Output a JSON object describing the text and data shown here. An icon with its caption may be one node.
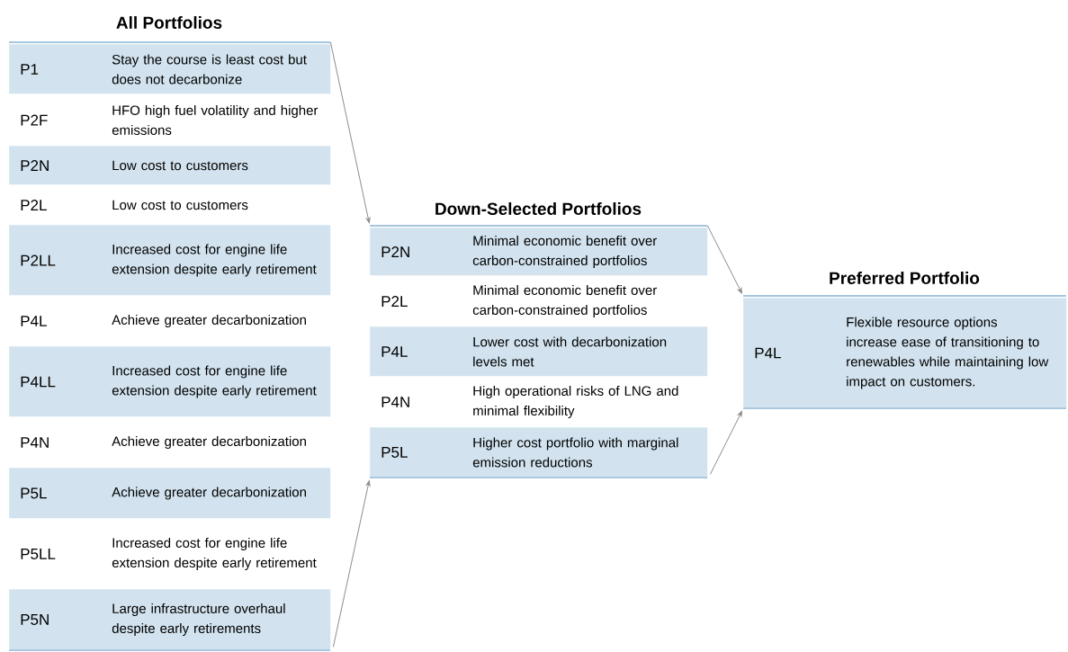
{
  "diagram": {
    "nodes": [
      {
        "text": [
          "All Portfolios"
        ]
      },
      {
        "text": [
          "P1",
          "Stay the course is least cost but does not decarbonize"
        ],
        "in": 0
      },
      {
        "text": [
          "P2F",
          "HFO high fuel volatility and higher emissions"
        ],
        "in": 0
      },
      {
        "text": [
          "P2N",
          "Low cost to customers"
        ],
        "in": 0
      },
      {
        "text": [
          "P2L",
          "Low cost to customers"
        ],
        "in": 0
      },
      {
        "text": [
          "P2LL",
          "Increased cost for engine life extension despite early retirement"
        ],
        "in": 0
      },
      {
        "text": [
          "P4L",
          "Achieve greater decarbonization"
        ],
        "in": 0
      },
      {
        "text": [
          "P4LL",
          "Increased cost for engine life extension despite early retirement"
        ],
        "in": 0
      },
      {
        "text": [
          "P4N",
          "Achieve greater decarbonization"
        ],
        "in": 0
      },
      {
        "text": [
          "P5L",
          "Achieve greater decarbonization"
        ],
        "in": 0
      },
      {
        "text": [
          "P5LL",
          "Increased cost for engine life extension despite early retirement"
        ],
        "in": 0
      },
      {
        "text": [
          "P5N",
          "Large infrastructure overhaul despite early retirements"
        ],
        "in": 0
      },
      {
        "text": [
          "Down-Selected Portfolios"
        ]
      },
      {
        "text": [
          "P2N",
          "Minimal economic benefit over carbon-constrained portfolios"
        ],
        "in": 12
      },
      {
        "text": [
          "P2L",
          "Minimal economic benefit over carbon-constrained portfolios"
        ],
        "in": 12
      },
      {
        "text": [
          "P4L",
          "Lower cost with decarbonization levels met"
        ],
        "in": 12
      },
      {
        "text": [
          "P4N",
          "High operational risks of LNG and minimal flexibility"
        ],
        "in": 12
      },
      {
        "text": [
          "P5L",
          "Higher cost portfolio with marginal emission reductions"
        ],
        "in": 12
      },
      {
        "text": [
          "Preferred Portfolio"
        ]
      },
      {
        "text": [
          "P4L",
          "Flexible resource options increase ease of transitioning to renewables while maintaining low impact on customers."
        ],
        "in": 18
      }
    ],
    "edges": [
      {
        "from": 0,
        "to": 12,
        "arrow": "to"
      },
      {
        "from": 0,
        "to": 12,
        "arrow": "to"
      },
      {
        "from": 12,
        "to": 18,
        "arrow": "to"
      },
      {
        "from": 12,
        "to": 18,
        "arrow": "to"
      }
    ]
  }
}
